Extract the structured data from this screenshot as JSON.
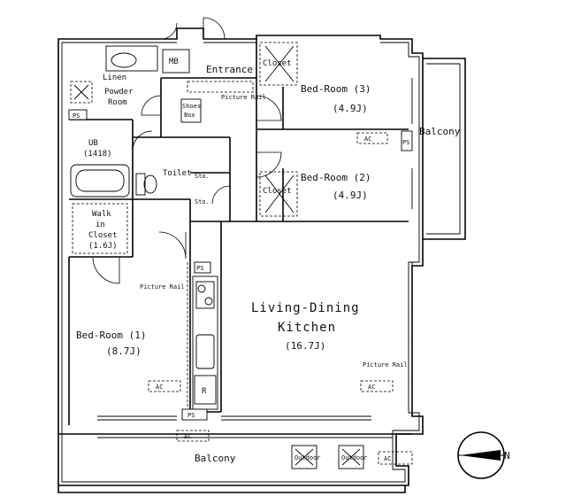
{
  "rooms": {
    "entrance": "Entrance",
    "closet_top": "Closet",
    "closet_mid": "Closet",
    "bed3_name": "Bed-Room (3)",
    "bed3_size": "(4.9J)",
    "bed2_name": "Bed-Room (2)",
    "bed2_size": "(4.9J)",
    "bed1_name": "Bed-Room (1)",
    "bed1_size": "(8.7J)",
    "ldk_name_1": "Living-Dining",
    "ldk_name_2": "Kitchen",
    "ldk_size": "(16.7J)",
    "powder_1": "Powder",
    "powder_2": "Room",
    "ub": "UB",
    "ub_size": "(1418)",
    "toilet": "Toilet",
    "walkin_1": "Walk",
    "walkin_2": "in",
    "walkin_3": "Closet",
    "walkin_size": "(1.6J)",
    "balcony_right": "Balcony",
    "balcony_bottom": "Balcony"
  },
  "labels": {
    "mb": "MB",
    "linen": "Linen",
    "ps_1": "PS",
    "ps_2": "PS",
    "ps_3": "PS",
    "sto_1": "Sto.",
    "sto_2": "Sto.",
    "shoes_1": "Shoes",
    "shoes_2": "Box",
    "picture_rail_1": "Picture Rail",
    "picture_rail_2": "Picture Rail",
    "picture_rail_3": "Picture Rail",
    "r": "R",
    "ac_1": "AC",
    "ac_2": "AC",
    "ac_3": "AC",
    "ac_4": "AC",
    "ac_5": "AC",
    "outdoor_1": "Outdoor",
    "outdoor_2": "Outdoor",
    "compass_n": "N"
  },
  "icons": [
    "compass-icon",
    "air-conditioner-icon",
    "outdoor-unit-icon",
    "bathtub-icon",
    "toilet-icon",
    "washbasin-icon",
    "stove-icon",
    "sink-icon",
    "door-swing-icon"
  ]
}
